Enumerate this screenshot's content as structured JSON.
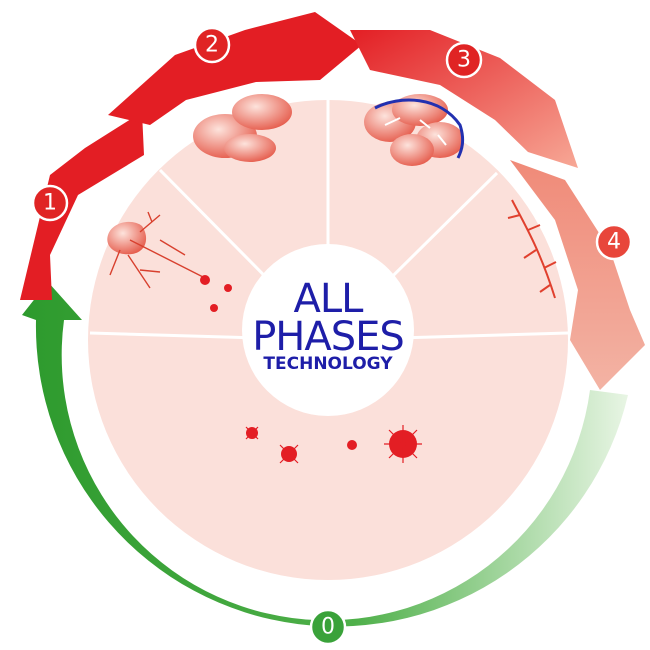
{
  "center": {
    "line1": "ALL",
    "line2": "PHASES",
    "line3": "TECHNOLOGY"
  },
  "steps": [
    {
      "label": "1",
      "color": "#e02424"
    },
    {
      "label": "2",
      "color": "#e02424"
    },
    {
      "label": "3",
      "color": "#e02424"
    },
    {
      "label": "4",
      "color": "#e8463b"
    },
    {
      "label": "0",
      "color": "#3aa23a"
    }
  ],
  "colors": {
    "red": "#e31e24",
    "green": "#3aa23a",
    "pie_fill": "#fbe0da",
    "center_text": "#1e1ea8"
  },
  "icons": [
    "neuron-icon",
    "tumor-mass-icon",
    "vascularized-tumor-icon",
    "blood-vessel-icon",
    "tumor-cells-icon"
  ]
}
